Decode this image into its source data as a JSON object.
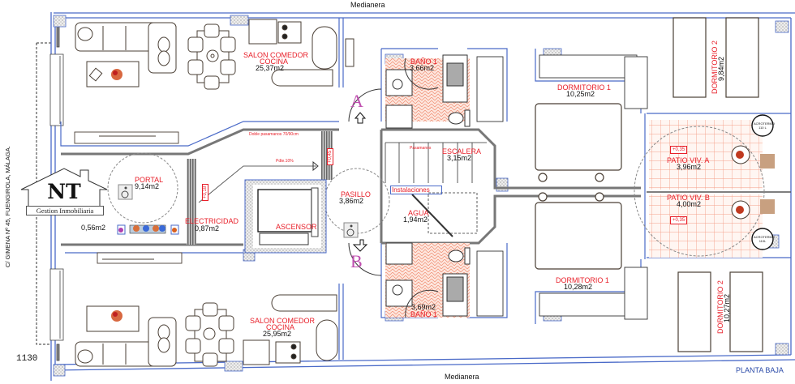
{
  "plan": {
    "title": "PLANTA BAJA",
    "scale_number": "1130",
    "street_address": "C/ GIMENA Nº 45, FUENGIROLA, MÁLAGA.",
    "boundary_top": "Medianera",
    "boundary_bottom": "Medianera",
    "colors": {
      "wall_blue": "#4a6ac8",
      "label_red": "#e8202a",
      "tile_salmon": "#f4a08a",
      "furniture": "#4a3f35",
      "access_letter": "#c050b0"
    }
  },
  "logo": {
    "initials": "NT",
    "name": "Gestion Inmobiliaria"
  },
  "rooms": {
    "salon_top": {
      "name": "SALON COMEDOR",
      "sub": "COCINA",
      "area": "25,37m2"
    },
    "salon_bottom": {
      "name": "SALON COMEDOR",
      "sub": "COCINA",
      "area": "25,95m2"
    },
    "portal": {
      "name": "PORTAL",
      "area": "9,14m2"
    },
    "small_room": {
      "area": "0,56m2"
    },
    "electricidad": {
      "name": "ELECTRICIDAD",
      "area": "0,87m2"
    },
    "ascensor": {
      "name": "ASCENSOR"
    },
    "pasillo": {
      "name": "PASILLO",
      "area": "3,86m2"
    },
    "bano_top": {
      "name": "BAÑO 1",
      "area": "3,66m2"
    },
    "bano_bottom": {
      "name": "BAÑO 1",
      "area": "3,69m2"
    },
    "escalera": {
      "name": "ESCALERA",
      "area": "3,15m2"
    },
    "instalaciones": {
      "name": "Instalaciones"
    },
    "agua": {
      "name": "AGUA",
      "area": "1,94m2"
    },
    "dormitorio1_top": {
      "name": "DORMITORIO 1",
      "area": "10,25m2"
    },
    "dormitorio1_bottom": {
      "name": "DORMITORIO 1",
      "area": "10,28m2"
    },
    "dormitorio2_top": {
      "name": "DORMITORIO 2",
      "area": "9,84m2"
    },
    "dormitorio2_bottom": {
      "name": "DORMITORIO 2",
      "area": "10,27m2"
    },
    "patio_a": {
      "name": "PATIO VIV. A",
      "area": "3,96m2",
      "level": "+0,35"
    },
    "patio_b": {
      "name": "PATIO VIV. B",
      "area": "4,00m2",
      "level": "+0,35"
    }
  },
  "annotations": {
    "handrail_double": "Doble pasamanos 70/90cm",
    "slope": "Pdte.10%",
    "handrail": "Pasamanos",
    "level_ramp_low": "+0,18",
    "level_ramp_high": "+0,45",
    "water_heater_a": "ACROTERMO 110 L",
    "water_heater_b": "ACROTERMO 110L",
    "access_a": "A",
    "access_b": "B"
  }
}
